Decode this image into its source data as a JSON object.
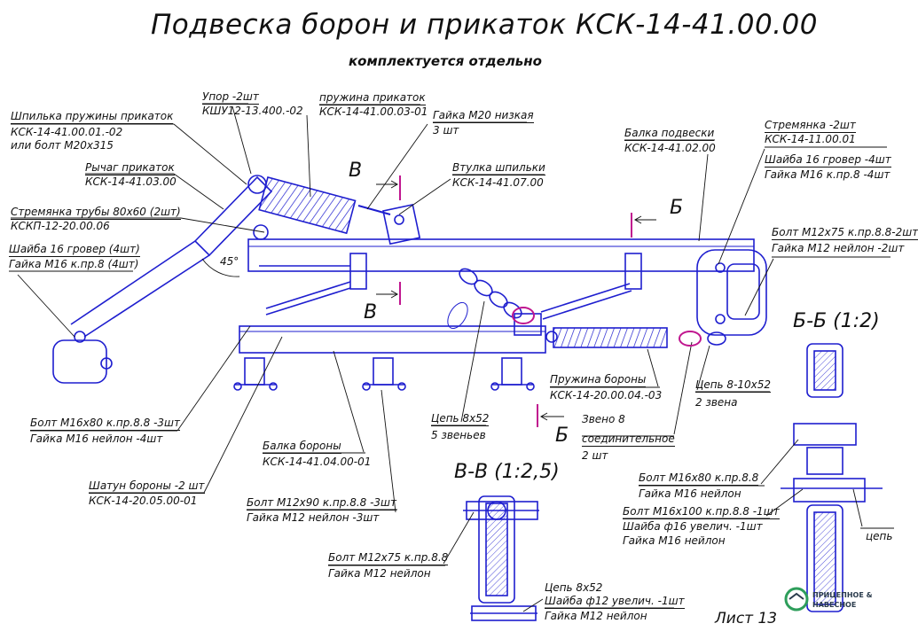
{
  "title": "Подвеска борон и прикаток КСК-14-41.00.00",
  "subtitle": "комплектуется отдельно",
  "sheet": "Лист 13",
  "logo": {
    "line1": "ПРИЦЕПНОЕ &",
    "line2": "НАВЕСНОЕ"
  },
  "section_marks": {
    "v": "В",
    "b": "Б",
    "angle": "45°",
    "view_vv": "В-В (1:2,5)",
    "view_bb": "Б-Б (1:2)"
  },
  "callouts": {
    "upor": {
      "l1": "Упор -2шт",
      "l2": "КШУ12-13.400.-02"
    },
    "spring_prikatok": {
      "l1": "пружина прикаток",
      "l2": "КСК-14-41.00.03-01"
    },
    "nut_m20": {
      "l1": "Гайка М20 низкая",
      "l2": "3 шт"
    },
    "stud": {
      "l1": "Шпилька пружины прикаток",
      "l2": "КСК-14-41.00.01.-02",
      "l3": "или болт М20х315"
    },
    "lever": {
      "l1": "Рычаг прикаток",
      "l2": "КСК-14-41.03.00"
    },
    "bushing": {
      "l1": "Втулка шпильки",
      "l2": "КСК-14-41.07.00"
    },
    "clamp_pipe": {
      "l1": "Стремянка трубы 80х60 (2шт)",
      "l2": "КСКП-12-20.00.06"
    },
    "washer_nut_m16": {
      "l1": "Шайба 16 гровер (4шт)",
      "l2": "Гайка М16 к.пр.8 (4шт)"
    },
    "beam_susp": {
      "l1": "Балка подвески",
      "l2": "КСК-14-41.02.00"
    },
    "clamp_right": {
      "l1": "Стремянка -2шт",
      "l2": "КСК-14-11.00.01"
    },
    "washer_right": {
      "l1": "Шайба 16 гровер -4шт",
      "l2": "Гайка М16 к.пр.8 -4шт"
    },
    "bolt_m12x75_top": {
      "l1": "Болт М12х75 к.пр.8.8-2шт",
      "l2": "Гайка М12 нейлон -2шт"
    },
    "bolt_m16x80": {
      "l1": "Болт М16х80 к.пр.8.8 -3шт",
      "l2": "Гайка М16 нейлон -4шт"
    },
    "beam_harrow": {
      "l1": "Балка бороны",
      "l2": "КСК-14-41.04.00-01"
    },
    "rod_harrow": {
      "l1": "Шатун бороны -2 шт",
      "l2": "КСК-14-20.05.00-01"
    },
    "bolt_m12x90": {
      "l1": "Болт М12х90 к.пр.8.8 -3шт",
      "l2": "Гайка М12 нейлон -3шт"
    },
    "chain_8x52": {
      "l1": "Цепь 8х52",
      "l2": "5 звеньев"
    },
    "spring_harrow": {
      "l1": "Пружина бороны",
      "l2": "КСК-14-20.00.04.-03"
    },
    "chain_8_10": {
      "l1": "Цепь 8-10х52",
      "l2": "2 звена"
    },
    "link8": {
      "l1": "Звено 8",
      "l2": "соединительное",
      "l3": "2 шт"
    },
    "bb_bolt_m16x80": {
      "l1": "Болт М16х80 к.пр.8.8",
      "l2": "Гайка М16 нейлон"
    },
    "bb_bolt_m16x100": {
      "l1": "Болт М16х100 к.пр.8.8 -1шт",
      "l2": "Шайба ф16 увелич. -1шт",
      "l3": "Гайка М16 нейлон"
    },
    "bb_chain": "цепь",
    "vv_bolt_m12x75": {
      "l1": "Болт М12х75 к.пр.8.8",
      "l2": "Гайка М12 нейлон"
    },
    "vv_chain": {
      "l1": "Цепь 8х52",
      "l2": "Шайба ф12 увелич. -1шт",
      "l3": "Гайка М12 нейлон"
    }
  },
  "colors": {
    "drawing": "#1e1ecf",
    "text": "#111111",
    "section": "#c0168f",
    "leader": "#111111",
    "logo": "#2e9e5b"
  }
}
